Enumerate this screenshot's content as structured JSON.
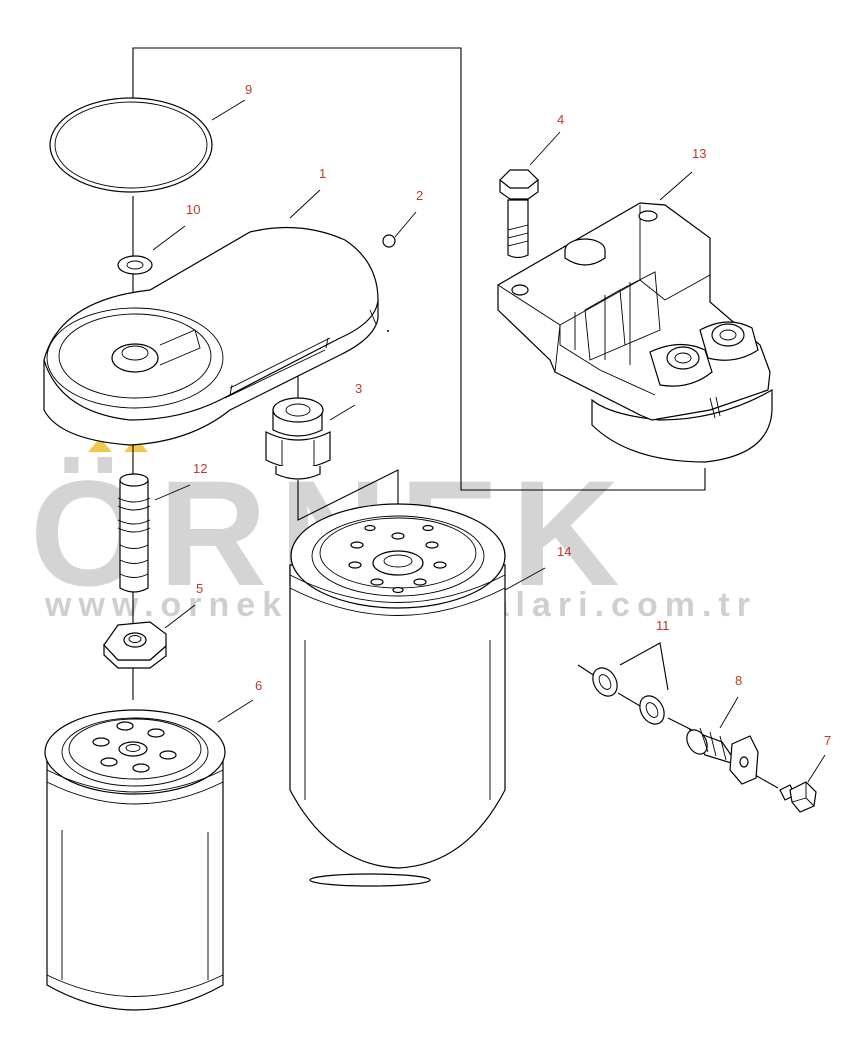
{
  "watermark": {
    "brand": "ÖRNEK",
    "url": "www.orneksismakinalari.com.tr",
    "accent_color": "#f2c84b",
    "text_color": "#d4d4d4"
  },
  "callout_color": "#c0392b",
  "callouts": {
    "c1": "1",
    "c2": "2",
    "c3": "3",
    "c4": "4",
    "c5": "5",
    "c6": "6",
    "c7": "7",
    "c8": "8",
    "c9": "9",
    "c10": "10",
    "c11": "11",
    "c12": "12",
    "c13": "13",
    "c14": "14"
  }
}
